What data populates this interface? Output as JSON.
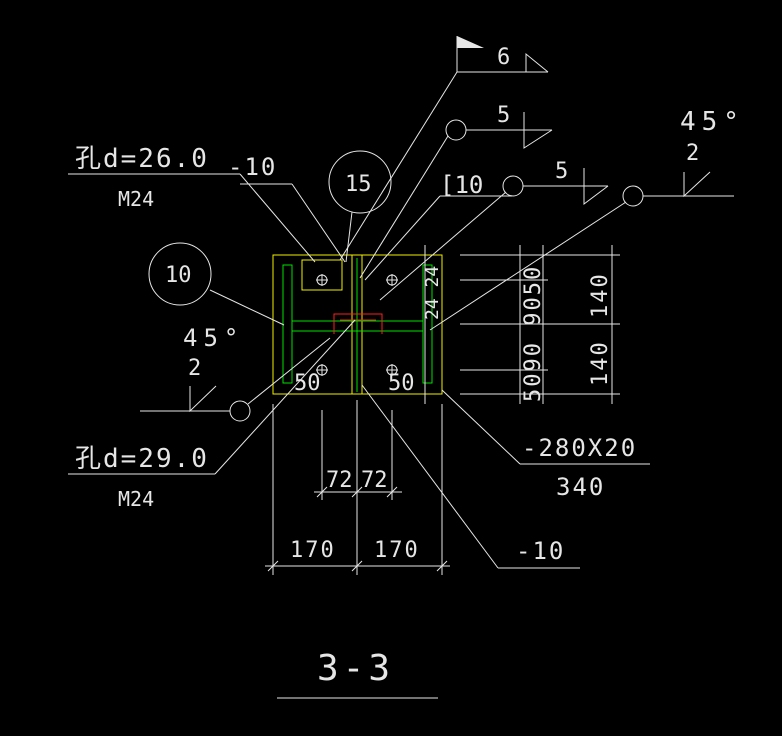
{
  "colors": {
    "background": "#000000",
    "lines": "#e6e6e6",
    "plate": "#f0f000",
    "stiffener": "#00e000",
    "section": "#ff2020"
  },
  "weld": {
    "top_size": "6",
    "mid_size": "5",
    "right_size": "5",
    "bevel_angle": "45°",
    "bevel_gap": "2",
    "left_angle": "45°",
    "left_gap": "2",
    "angle_mark": "[10"
  },
  "callouts": {
    "hole_top": "孔d=26.0",
    "bolt_top": "M24",
    "plate_top": "-10",
    "bubble_15": "15",
    "bubble_10": "10",
    "hole_bottom": "孔d=29.0",
    "bolt_bottom": "M24",
    "base_plate": "-280X20",
    "base_len": "340",
    "plate_bottom": "-10"
  },
  "dims": {
    "right_stack": "5090 9050",
    "right_left": "140",
    "right_right": "140",
    "right_small": "24 24",
    "hole_left": "50",
    "hole_right": "50",
    "inner_left": "72",
    "inner_right": "72",
    "outer_left": "170",
    "outer_right": "170"
  },
  "section_title": "3-3"
}
